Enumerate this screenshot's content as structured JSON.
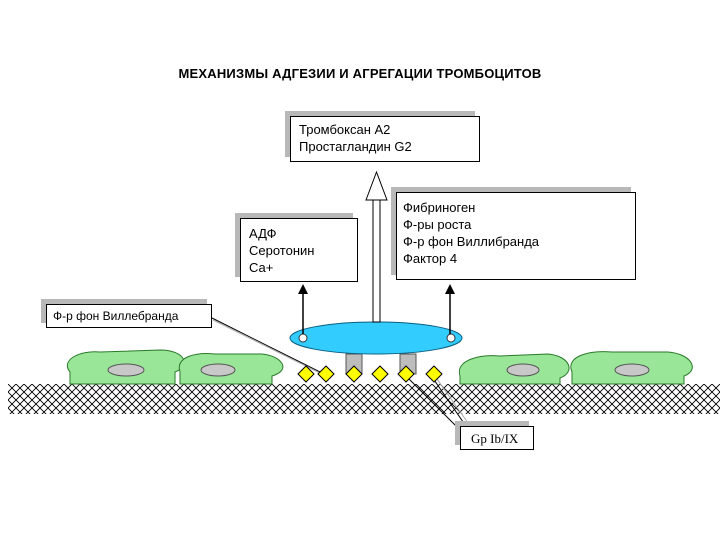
{
  "title": "МЕХАНИЗМЫ АДГЕЗИИ И АГРЕГАЦИИ ТРОМБОЦИТОВ",
  "box_thromboxane": {
    "lines": [
      "Тромбоксан А2",
      "Простагландин G2"
    ]
  },
  "box_adp": {
    "lines": [
      "АДФ",
      "Серотонин",
      "Са+"
    ]
  },
  "box_fibrinogen": {
    "lines": [
      "Фибриноген",
      "Ф-ры роста",
      "Ф-р фон Виллибранда",
      "Фактор 4"
    ]
  },
  "box_vwf": {
    "label": "Ф-р фон Виллебранда"
  },
  "box_gp": {
    "label": "Gp Ib/IX"
  },
  "colors": {
    "cell_fill": "#99e699",
    "platelet_fill": "#33ccff",
    "receptor_fill": "#ffff00",
    "box_shadow": "#b8b8b8"
  },
  "icons": [
    "arrow-up-icon",
    "endothelial-cell-icon",
    "platelet-icon",
    "receptor-diamond-icon"
  ]
}
